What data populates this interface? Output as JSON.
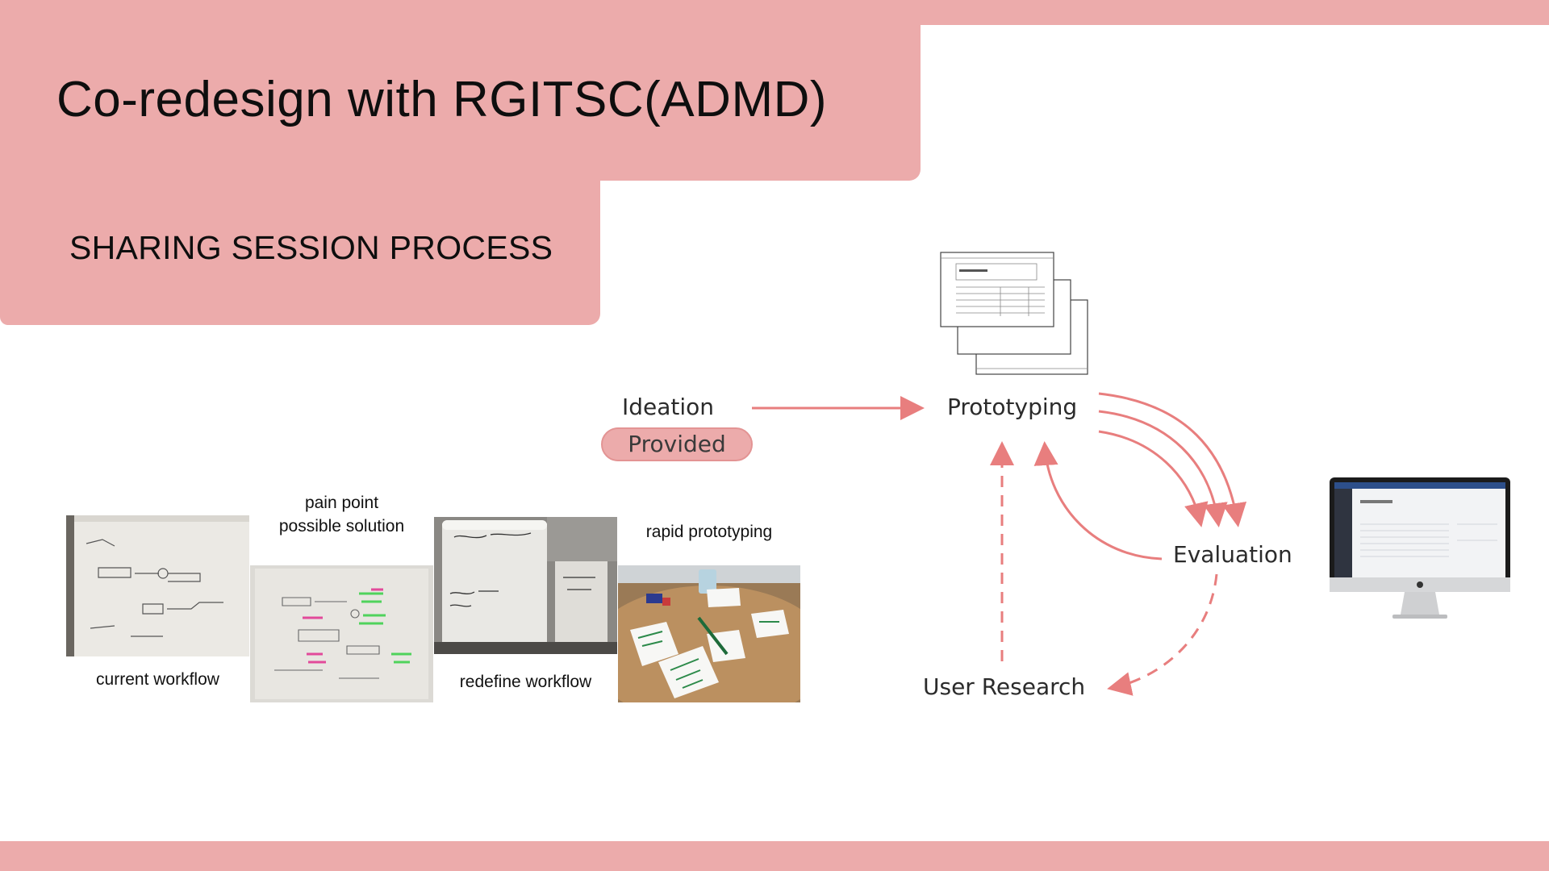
{
  "header": {
    "title": "Co-redesign with RGITSC(ADMD)",
    "subtitle": "SHARING SESSION PROCESS"
  },
  "photos": {
    "captions": [
      "current workflow",
      "pain point",
      "possible solution",
      "redefine workflow",
      "rapid prototyping"
    ]
  },
  "diagram": {
    "ideation": "Ideation",
    "provided": "Provided",
    "prototyping": "Prototyping",
    "evaluation": "Evaluation",
    "user_research": "User Research"
  },
  "colors": {
    "accent": "#ecabab",
    "arrow": "#e87e7e"
  },
  "icons": [
    "wireframe-stack-icon",
    "desktop-computer-icon"
  ]
}
